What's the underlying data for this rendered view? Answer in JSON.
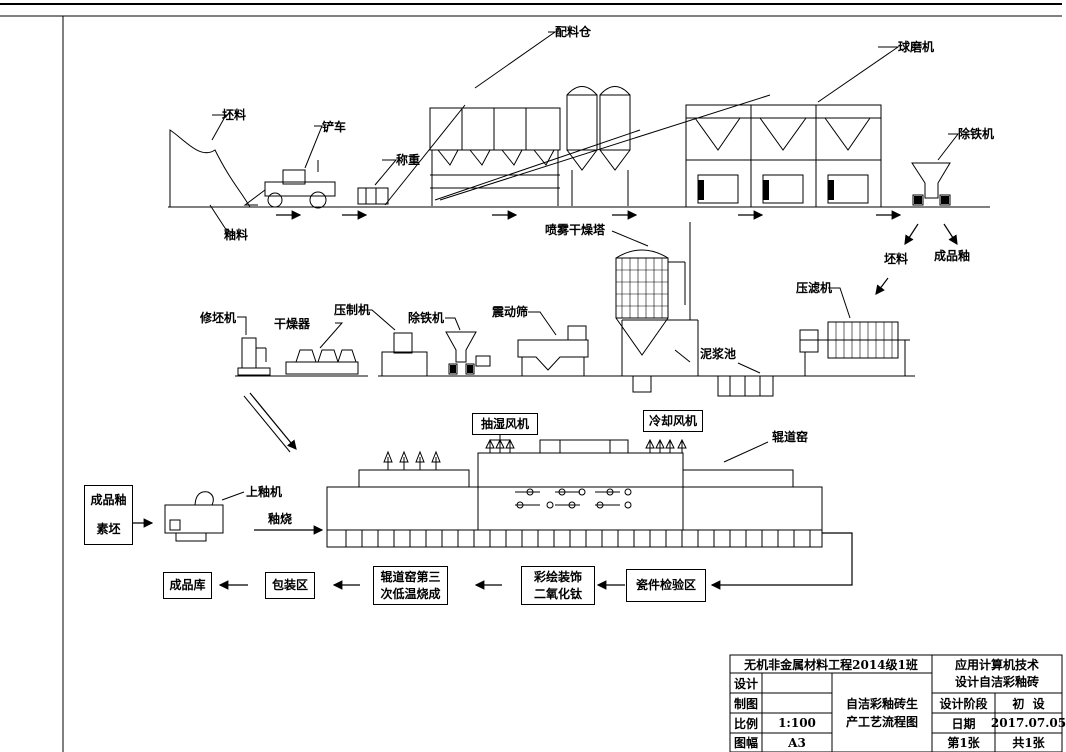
{
  "equipment_labels": {
    "body_material": "坯料",
    "loader": "铲车",
    "batching_bin": "配料仓",
    "ball_mill": "球磨机",
    "iron_remover_top": "除铁机",
    "weighing": "称重",
    "glaze_material": "釉料",
    "spray_dryer": "喷雾干燥塔",
    "blank_output": "坯料",
    "finished_glaze": "成品釉",
    "filter_press": "压滤机",
    "trimmer": "修坯机",
    "dryer": "干燥器",
    "press": "压制机",
    "iron_remover_mid": "除铁机",
    "vibrating_screen": "震动筛",
    "slurry_pool": "泥浆池",
    "roller_kiln": "辊道窑",
    "glazing_machine": "上釉机",
    "glaze_firing": "釉烧"
  },
  "fans": {
    "dehumid": "抽湿风机",
    "cooling": "冷却风机"
  },
  "flow_boxes": {
    "input_line1": "成品釉",
    "input_line2": "素坯",
    "inspection": "瓷件检验区",
    "decoration_line1": "彩绘装饰",
    "decoration_line2": "二氧化钛",
    "low_temp_line1": "辊道窑第三",
    "low_temp_line2": "次低温烧成",
    "packaging": "包装区",
    "warehouse": "成品库"
  },
  "title_block": {
    "school": "无机非金属材料工程2014级1班",
    "course_line1": "应用计算机技术",
    "course_line2": "设计自洁彩釉砖",
    "design_label": "设计",
    "drawing_label": "制图",
    "scale_label": "比例",
    "scale_value": "1:100",
    "sheet_label": "图幅",
    "sheet_value": "A3",
    "drawing_title_line1": "自洁彩釉砖生",
    "drawing_title_line2": "产工艺流程图",
    "stage_label": "设计阶段",
    "stage_value": "初  设",
    "date_label": "日期",
    "date_value": "2017.07.05",
    "page_label": "第1张",
    "total_label": "共1张"
  }
}
